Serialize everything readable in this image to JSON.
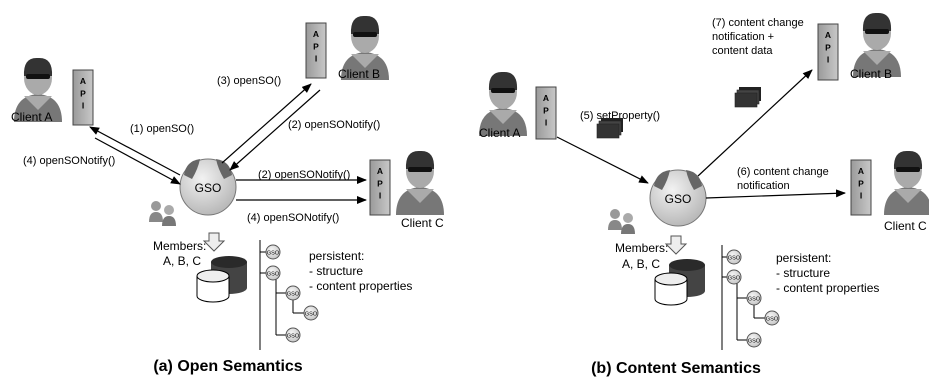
{
  "left": {
    "api": "A\nP\nI",
    "client_a": "Client A",
    "client_b": "Client B",
    "client_c": "Client C",
    "gso": "GSO",
    "msg_1": "(1) openSO()",
    "msg_2a": "(2) openSONotify()",
    "msg_2b": "(2) openSONotify()",
    "msg_3": "(3) openSO()",
    "msg_4a": "(4) openSONotify()",
    "msg_4b": "(4) openSONotify()",
    "members_label": "Members:",
    "members_list": "A, B, C",
    "persistent_title": "persistent:",
    "persistent_item_1": "- structure",
    "persistent_item_2": "- content properties",
    "tree_node": "GSO",
    "caption": "(a) Open Semantics"
  },
  "right": {
    "api": "A\nP\nI",
    "client_a": "Client A",
    "client_b": "Client B",
    "client_c": "Client C",
    "gso": "GSO",
    "msg_5": "(5) setProperty()",
    "msg_6_line1": "(6) content change",
    "msg_6_line2": "notification",
    "msg_7_line1": "(7) content change",
    "msg_7_line2": "notification +",
    "msg_7_line3": "content data",
    "members_label": "Members:",
    "members_list": "A, B, C",
    "persistent_title": "persistent:",
    "persistent_item_1": "- structure",
    "persistent_item_2": "- content properties",
    "tree_node": "GSO",
    "caption": "(b) Content Semantics"
  }
}
